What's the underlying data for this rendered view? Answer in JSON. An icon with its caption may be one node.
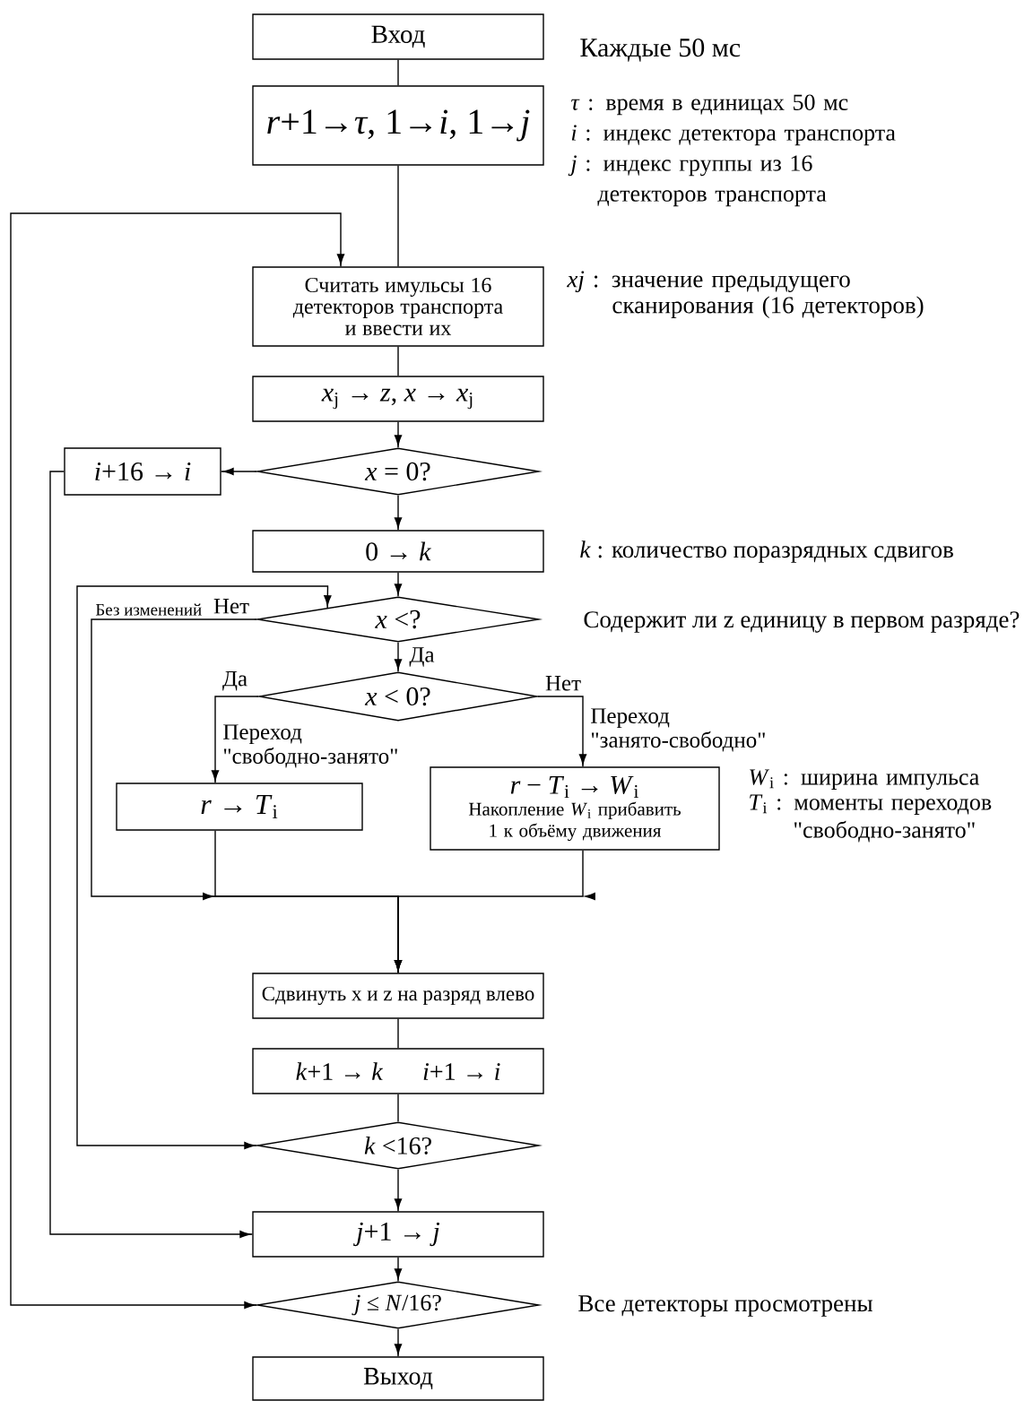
{
  "diagram": {
    "nodes": [
      {
        "text": [
          "Вход"
        ],
        "beside": [
          "Каждые 50 мс"
        ]
      },
      {
        "text": [
          "*r*+1→*τ*, 1→*i*, 1→*j*"
        ],
        "beside": [
          "*τ* : время в единицах 50 мс",
          "*i* : индекс детектора транспорта",
          "*j* : индекс группы из 16 детекторов транспорта"
        ]
      },
      {
        "text": [
          "Считать имульсы 16 детекторов транспорта и ввести их"
        ],
        "beside": [
          "*xj* : значение предыдущего сканирования (16 детекторов)"
        ]
      },
      {
        "text": [
          "*x*$_{j}$ → *z*, *x* → *x*$_{j}$"
        ]
      },
      {
        "text": [
          "*x* = 0?"
        ]
      },
      {
        "text": [
          "*i*+16 → *i*"
        ]
      },
      {
        "text": [
          "0 → *k*"
        ],
        "beside": [
          "*k* : количество поразрядных сдвигов"
        ]
      },
      {
        "text": [
          "*x* <?"
        ],
        "beside": [
          "Содержит ли z единицу в первом разряде?"
        ]
      },
      {
        "text": [
          "*x* < 0?"
        ]
      },
      {
        "text": [
          "*r* → *T*$_{i}$"
        ]
      },
      {
        "text": [
          "*r* − *T*$_{i}$ → *W*$_{i}$",
          "Накопление *W*$_{i}$ прибавить 1 к объёму движения"
        ],
        "beside": [
          "*W*$_{i}$ : ширина импульса",
          "*T*$_{i}$ : моменты переходов \"свободно-занято\""
        ]
      },
      {
        "text": [
          "Сдвинуть x и z на разряд влево"
        ]
      },
      {
        "text": [
          "*k*+1 → *k*",
          "*i*+1 → *i*"
        ]
      },
      {
        "text": [
          "*k* <16?"
        ]
      },
      {
        "text": [
          "*j*+1 → *j*"
        ]
      },
      {
        "text": [
          "*j* ≤ *N*/16?"
        ],
        "beside": [
          "Все детекторы просмотрены"
        ]
      },
      {
        "text": [
          "Выход"
        ]
      }
    ],
    "edges": [
      {
        "from": 0,
        "to": 1,
        "arrow": "none"
      },
      {
        "from": 1,
        "to": 2,
        "arrow": "none"
      },
      {
        "from": 2,
        "to": 3,
        "arrow": "none"
      },
      {
        "from": 3,
        "to": 4,
        "arrow": "to"
      },
      {
        "from": 4,
        "to": 5,
        "arrow": "to"
      },
      {
        "from": 4,
        "to": 6,
        "arrow": "to"
      },
      {
        "from": 6,
        "to": 7,
        "arrow": "to"
      },
      {
        "from": 7,
        "to": 8,
        "arrow": "to",
        "label": "Да"
      },
      {
        "from": 8,
        "to": 9,
        "arrow": "to",
        "label": "Да"
      },
      {
        "from": 8,
        "to": 10,
        "arrow": "to",
        "label": "Нет"
      },
      {
        "from": 7,
        "to": 11,
        "arrow": "to",
        "label": "Нет"
      },
      {
        "from": 9,
        "to": 11,
        "arrow": "to"
      },
      {
        "from": 10,
        "to": 11,
        "arrow": "to"
      },
      {
        "from": 11,
        "to": 12,
        "arrow": "none"
      },
      {
        "from": 12,
        "to": 13,
        "arrow": "none"
      },
      {
        "from": 13,
        "to": 14,
        "arrow": "to"
      },
      {
        "from": 5,
        "to": 14,
        "arrow": "to"
      },
      {
        "from": 13,
        "to": 7,
        "arrow": "both"
      },
      {
        "from": 14,
        "to": 15,
        "arrow": "to"
      },
      {
        "from": 15,
        "to": 16,
        "arrow": "to"
      },
      {
        "from": 15,
        "to": 2,
        "arrow": "both"
      }
    ],
    "labels": [
      "Без изменений",
      "Переход \"свободно-занято\"",
      "Переход \"занято-свободно\""
    ]
  }
}
